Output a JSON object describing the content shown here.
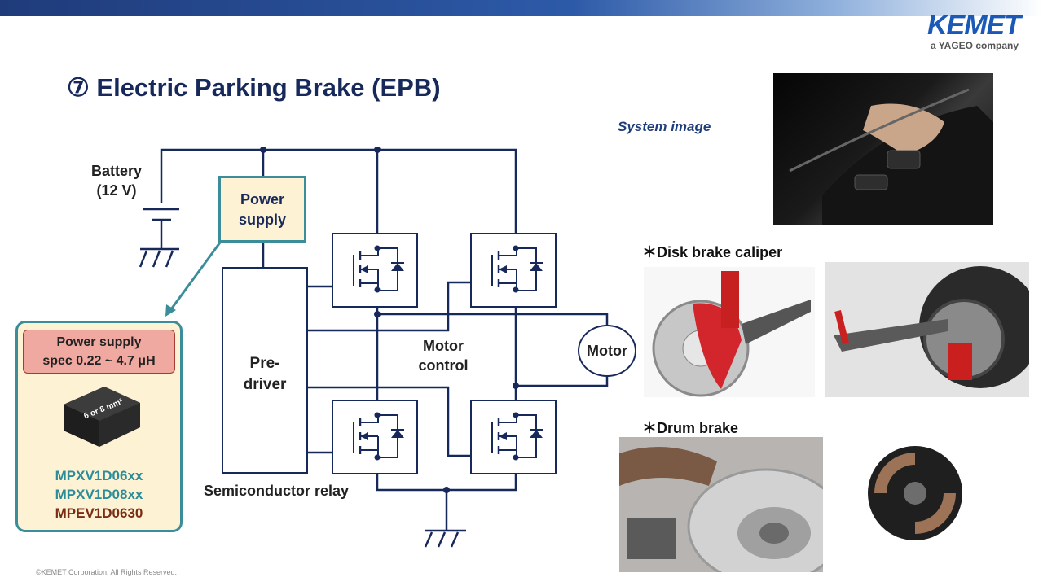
{
  "header": {
    "logo_main": "KEMET",
    "logo_sub": "a YAGEO company",
    "title": "⑦ Electric Parking Brake (EPB)"
  },
  "circuit": {
    "battery_label_line1": "Battery",
    "battery_label_line2": "(12 V)",
    "power_supply_line1": "Power",
    "power_supply_line2": "supply",
    "predriver_line1": "Pre-",
    "predriver_line2": "driver",
    "motor_control_line1": "Motor",
    "motor_control_line2": "control",
    "motor_label": "Motor",
    "relay_label": "Semiconductor relay",
    "line_color": "#17285a"
  },
  "callout": {
    "spec_line1": "Power supply",
    "spec_line2": "spec 0.22 ~ 4.7 μH",
    "inductor_marking": "6 or 8 mm²",
    "part_numbers": [
      {
        "text": "MPXV1D06xx",
        "color": "#2b8c9a"
      },
      {
        "text": "MPXV1D08xx",
        "color": "#2b8c9a"
      },
      {
        "text": "MPEV1D0630",
        "color": "#7b2d14"
      }
    ]
  },
  "images": {
    "system_image_label": "System image",
    "disk_brake_label": "＊Disk brake caliper",
    "drum_brake_label": "＊Drum brake"
  },
  "footer": {
    "copyright": "©KEMET Corporation. All Rights Reserved."
  }
}
